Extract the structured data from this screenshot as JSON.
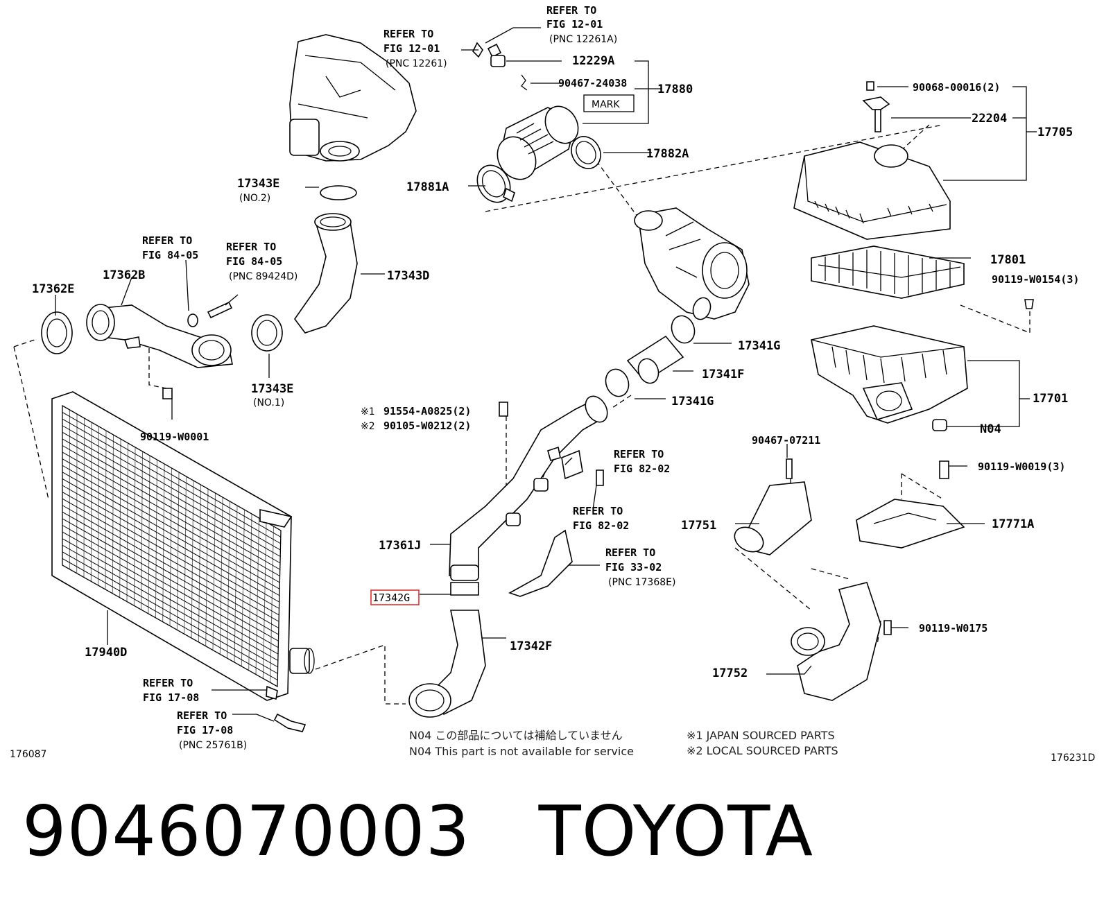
{
  "labels": {
    "p12229A": "12229A",
    "p9046724038": "90467-24038",
    "p17880": "17880",
    "mark": "MARK",
    "p17882A": "17882A",
    "p17881A": "17881A",
    "p9006800016": "90068-00016(2)",
    "p22204": "22204",
    "p17705": "17705",
    "p17801": "17801",
    "p90119W0154": "90119-W0154(3)",
    "p17343E_top": "17343E",
    "no2": "(NO.2)",
    "p17343D": "17343D",
    "p17362E": "17362E",
    "p17362B": "17362B",
    "p17343E_bot": "17343E",
    "no1": "(NO.1)",
    "p90119W0001": "90119-W0001",
    "p17341G_top": "17341G",
    "p17341F": "17341F",
    "p17341G_bot": "17341G",
    "p17701": "17701",
    "n04": "N04",
    "p91554": "91554-A0825(2)",
    "p90105": "90105-W0212(2)",
    "mark1": "※1",
    "mark2": "※2",
    "p9046707211": "90467-07211",
    "p90119W0019": "90119-W0019(3)",
    "p17751": "17751",
    "p17771A": "17771A",
    "p17361J": "17361J",
    "p17342G": "17342G",
    "p17342F": "17342F",
    "p90119W0175": "90119-W0175",
    "p17752": "17752",
    "p17940D": "17940D",
    "fig_left": "176087",
    "fig_right": "176231D"
  },
  "refs": {
    "r1": [
      "REFER TO",
      "FIG 12-01",
      "(PNC 12261A)"
    ],
    "r2": [
      "REFER TO",
      "FIG 12-01",
      "(PNC 12261)"
    ],
    "r3": [
      "REFER TO",
      "FIG 84-05"
    ],
    "r4": [
      "REFER TO",
      "FIG 84-05",
      "(PNC 89424D)"
    ],
    "r5": [
      "REFER TO",
      "FIG 82-02"
    ],
    "r6": [
      "REFER TO",
      "FIG 82-02"
    ],
    "r7": [
      "REFER TO",
      "FIG 33-02",
      "(PNC 17368E)"
    ],
    "r8": [
      "REFER TO",
      "FIG 17-08"
    ],
    "r9": [
      "REFER TO",
      "FIG 17-08",
      "(PNC 25761B)"
    ]
  },
  "notes": {
    "n04_jp": "N04  この部品については補給していません",
    "n04_en": "N04  This part is not available for service",
    "japan": "※1 JAPAN SOURCED PARTS",
    "local": "※2 LOCAL SOURCED PARTS"
  },
  "highlight_color": "#e03030",
  "footer": {
    "part_number": "9046070003",
    "brand": "TOYOTA"
  }
}
